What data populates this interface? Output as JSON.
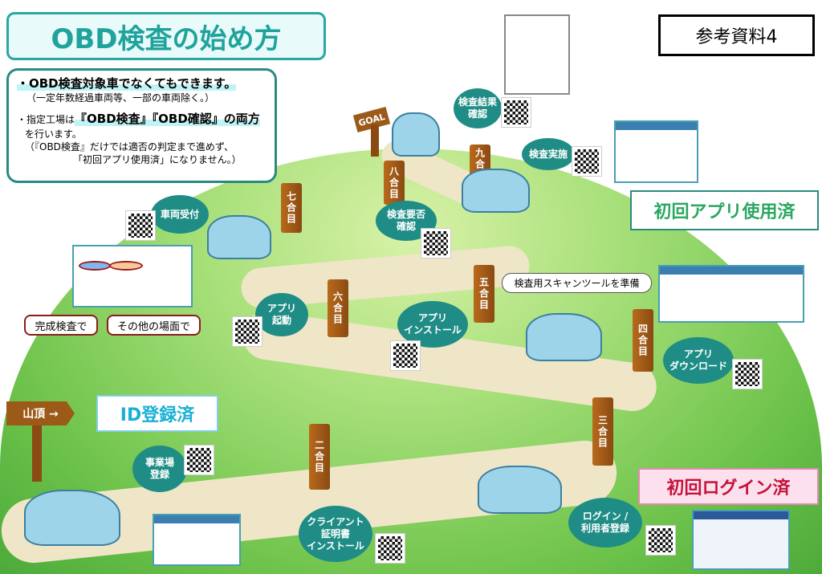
{
  "title": "OBD検査の始め方",
  "reference": "参考資料4",
  "info": {
    "line1": "・OBD検査対象車でなくてもできます。",
    "line1_note": "（一定年数経過車両等、一部の車両除く。）",
    "line2_prefix": "・指定工場は",
    "line2_emph": "『OBD検査』『OBD確認』の両方",
    "line2_suffix": "を行います。",
    "line2_note1": "（『OBD検査』だけでは適否の判定まで進めず、",
    "line2_note2": "「初回アプリ使用済」になりません。）"
  },
  "menu_buttons": {
    "complete": "完成検査で",
    "other": "その他の場面で"
  },
  "steps": {
    "s1": "事業場\n登録",
    "s2": "クライアント\n証明書\nインストール",
    "s3": "ログイン /\n利用者登録",
    "s4": "アプリ\nダウンロード",
    "s5": "アプリ\nインストール",
    "s6": "アプリ\n起動",
    "s7": "車両受付",
    "s8": "検査要否\n確認",
    "s9": "検査実施",
    "s10": "検査結果\n確認"
  },
  "posts": {
    "p2": "二合目",
    "p3": "三合目",
    "p4": "四合目",
    "p5": "五合目",
    "p6": "六合目",
    "p7": "七合目",
    "p8": "八合目",
    "p9": "九合目"
  },
  "milestones": {
    "id": "ID登録済",
    "login": "初回ログイン済",
    "app": "初回アプリ使用済"
  },
  "scan_tool": "検査用スキャンツールを準備",
  "summit_sign": "山頂 →",
  "goal_sign": "GOAL",
  "colors": {
    "teal": "#1f8d86",
    "green_text": "#2aa760",
    "pink_bg": "#fde0ee",
    "red_text": "#c4123a"
  }
}
